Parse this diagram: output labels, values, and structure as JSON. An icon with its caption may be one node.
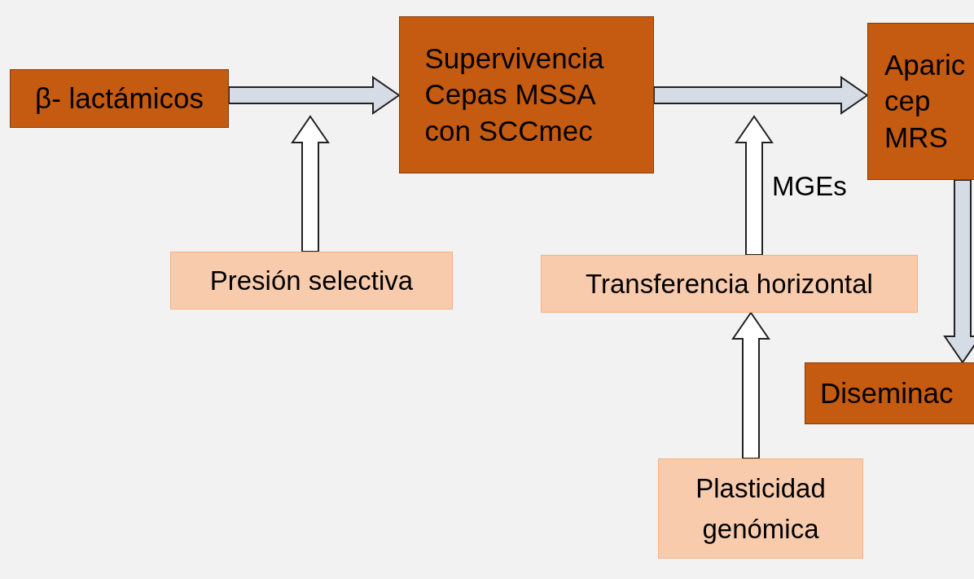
{
  "diagram": {
    "nodes": [
      {
        "text": [
          "β- lactámicos"
        ]
      },
      {
        "text": [
          "Supervivencia Cepas MSSA con SCCmec"
        ]
      },
      {
        "text": [
          "Aparic cep MRS"
        ]
      },
      {
        "text": [
          "Presión selectiva"
        ]
      },
      {
        "text": [
          "Transferencia horizontal"
        ]
      },
      {
        "text": [
          "Diseminac"
        ]
      },
      {
        "text": [
          "Plasticidad genómica"
        ]
      }
    ],
    "edges": [
      {
        "from": 0,
        "to": 1,
        "arrow": "to"
      },
      {
        "from": 3,
        "to": null,
        "arrow": "to"
      },
      {
        "from": 1,
        "to": 2,
        "arrow": "to"
      },
      {
        "from": 4,
        "to": null,
        "arrow": "to",
        "label": "MGEs"
      },
      {
        "from": 2,
        "to": 5,
        "arrow": "to"
      },
      {
        "from": 6,
        "to": 4,
        "arrow": "to"
      }
    ]
  }
}
